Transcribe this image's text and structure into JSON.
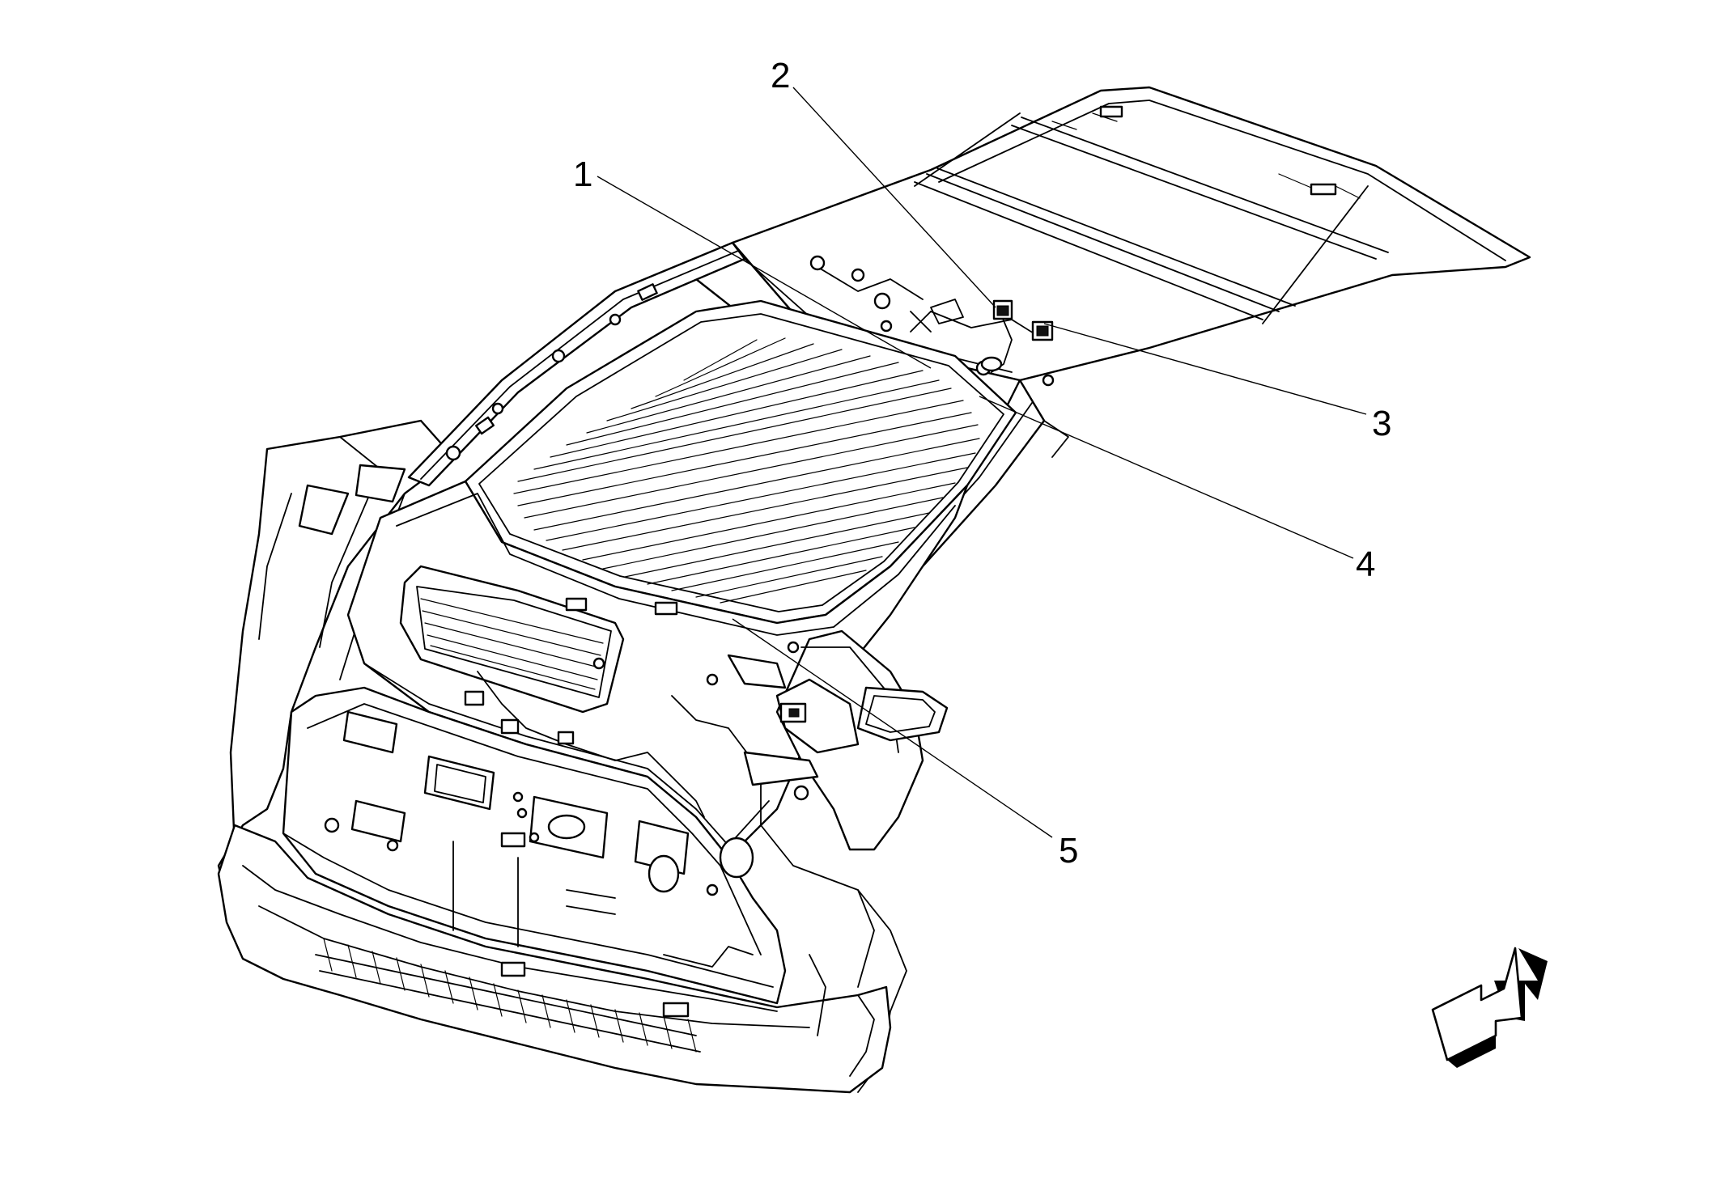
{
  "callouts": [
    {
      "id": "1",
      "label": "1"
    },
    {
      "id": "2",
      "label": "2"
    },
    {
      "id": "3",
      "label": "3"
    },
    {
      "id": "4",
      "label": "4"
    },
    {
      "id": "5",
      "label": "5"
    }
  ],
  "icons": {
    "view_direction": "view-direction-arrow-icon"
  }
}
